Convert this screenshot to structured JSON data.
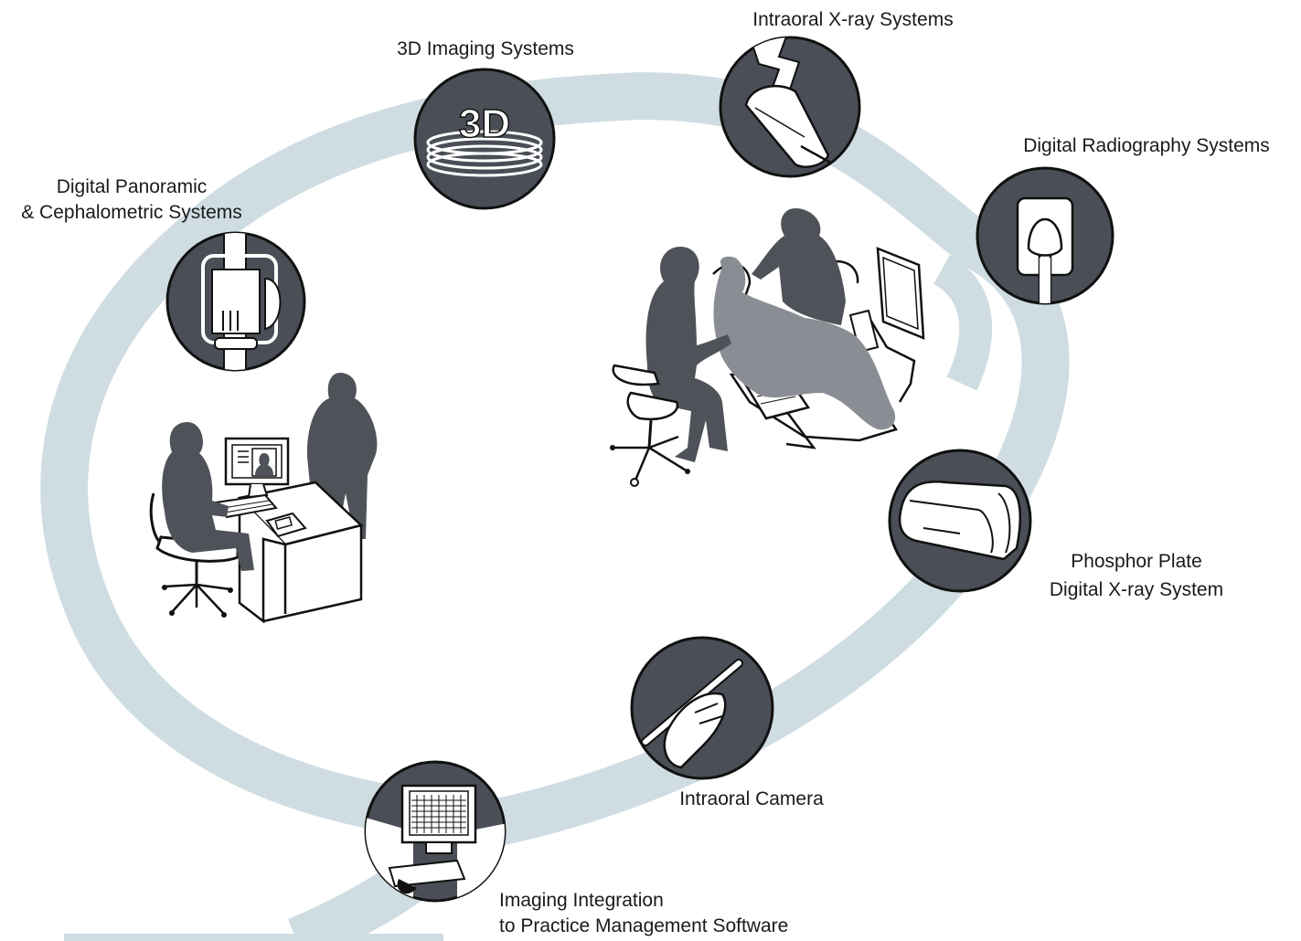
{
  "colors": {
    "ring": "#cfdde3",
    "disc": "#4a4e56",
    "silhouette": "#4f5359",
    "patient": "#8a8e94",
    "line": "#111111",
    "text": "#1a1a1a"
  },
  "nodes": {
    "intraoral_xray": {
      "label": "Intraoral X-ray Systems",
      "icon": "xray-tube-icon"
    },
    "imaging_3d": {
      "label": "3D Imaging Systems",
      "icon": "3d-imaging-icon",
      "icon_text": "3D"
    },
    "digital_radiography": {
      "label": "Digital Radiography Systems",
      "icon": "digital-sensor-icon"
    },
    "panoramic": {
      "label_line1": "Digital Panoramic",
      "label_line2": "& Cephalometric Systems",
      "icon": "panoramic-unit-icon"
    },
    "phosphor": {
      "label_line1": "Phosphor Plate",
      "label_line2": "Digital X-ray System",
      "icon": "phosphor-scanner-icon"
    },
    "intraoral_camera": {
      "label": "Intraoral Camera",
      "icon": "intraoral-camera-icon"
    },
    "integration": {
      "label_line1": "Imaging Integration",
      "label_line2": "to Practice Management Software",
      "icon": "practice-software-icon"
    }
  },
  "scenes": {
    "office": "front-office-illustration",
    "operatory": "dental-operatory-illustration"
  }
}
